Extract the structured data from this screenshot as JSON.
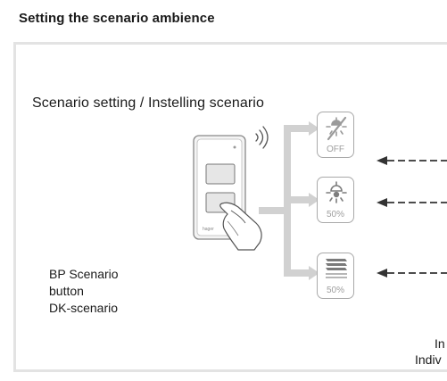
{
  "heading": "Setting the scenario ambience",
  "subheading": "Scenario setting / Instelling scenario",
  "button_label": [
    "BP Scenario",
    "button",
    "DK-scenario"
  ],
  "right_text": [
    "In",
    "Indiv"
  ],
  "device_brand": "hager",
  "states": [
    {
      "icon": "lamp-off-icon",
      "caption": "OFF"
    },
    {
      "icon": "lamp-dimmed-icon",
      "caption": "50%"
    },
    {
      "icon": "shutter-icon",
      "caption": "50%"
    }
  ]
}
